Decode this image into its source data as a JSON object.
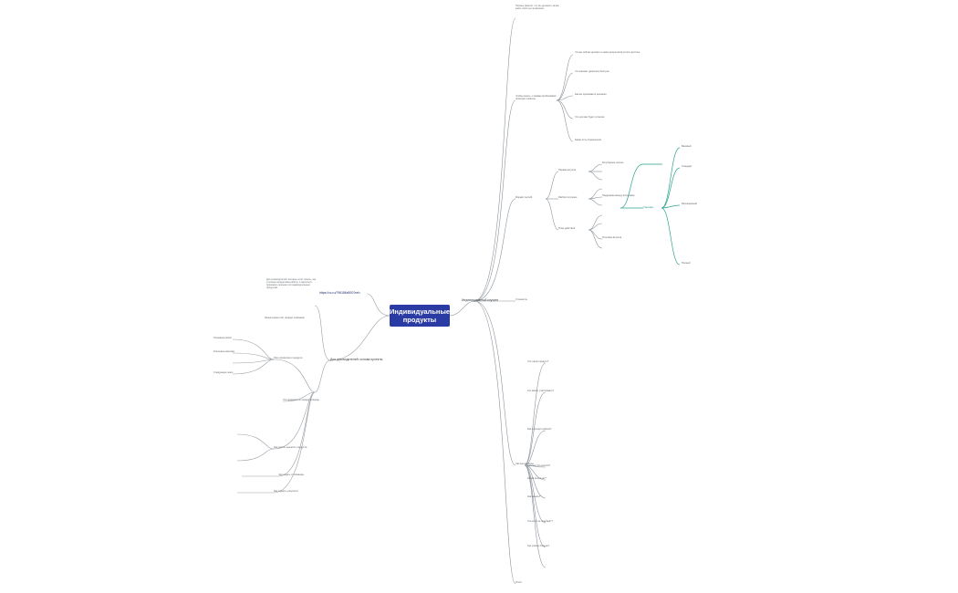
{
  "central": {
    "title": "Индивидуальные продукты"
  },
  "left": {
    "link": "https://vc.ru/796186d000?ref=",
    "title_branch": "Для руководителей: основа проекты",
    "intro_text": "Для руководителей, которые хотят понять, как устроена продуктовая работа, и научиться принимать решения по индивидуальным продуктам",
    "intro_sub": "Зачем нужен этот продукт компании",
    "items": [
      "Пять вопросов о продукте",
      "Что проверить в первую очередь",
      "Как понять ценность продукта",
      "Чего ждать от команды",
      "Как оценить результат"
    ],
    "small_items": [
      "Основные риски",
      "Ключевые метрики",
      "Следующие шаги"
    ]
  },
  "right": {
    "title_branch": "Индивидуальный коучинг",
    "top_text": "Первые заметки: что мы делаем и зачем, какие гипотезы проверяем",
    "question_branch": "Чтобы понять, с какими проблемами приходят клиенты",
    "questions": [
      "Что вы сейчас делаете и каких результатов хотите достичь",
      "Что мешает двигаться быстрее",
      "Как вы принимаете решения",
      "Что для вас будет успехом",
      "Какие есть ограничения"
    ],
    "sessions_branch": "Формат сессий",
    "sessions": [
      "Первая встреча",
      "Разбор ситуации",
      "План действий",
      "Регулярные сессии",
      "Поддержка между встречами",
      "Итоговая встреча"
    ],
    "price_branch": "Стоимость",
    "faq_branch": "Частые вопросы",
    "faq": [
      "Что такое продукт?",
      "Кто может участвовать?",
      "Как проходит работа?",
      "Сколько это длится?",
      "Какой результат?",
      "Как начать?",
      "Что если не подойдёт?",
      "Где узнать больше?"
    ],
    "bottom": "Итоги"
  },
  "far_right": {
    "label": "Тарифы",
    "tiers": [
      "Базовый",
      "Стандарт",
      "Расширенный",
      "Полный"
    ]
  },
  "colors": {
    "central_bg": "#2a3ba3",
    "accent_teal": "#2aa38d",
    "edge": "#9aa0a6"
  }
}
